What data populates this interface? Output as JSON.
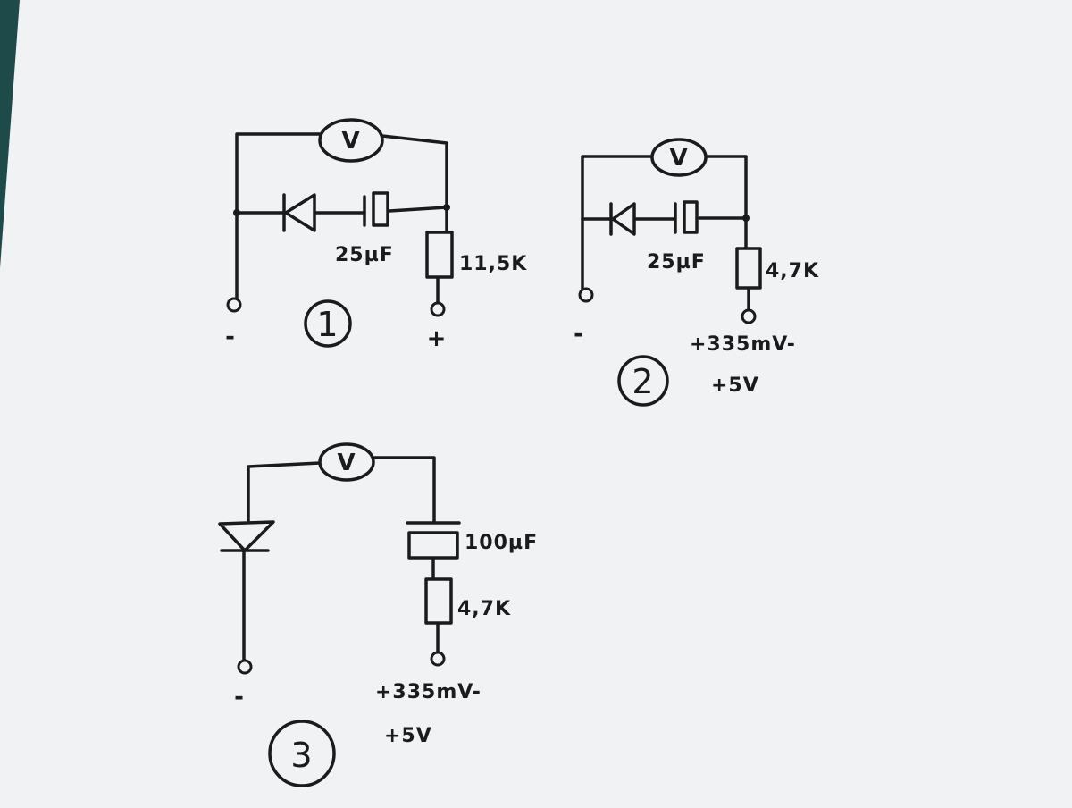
{
  "circuits": [
    {
      "number": "1",
      "meter": "V",
      "capacitor": "25µF",
      "resistor": "11,5K",
      "terminal_left": "-",
      "terminal_right": "+"
    },
    {
      "number": "2",
      "meter": "V",
      "capacitor": "25µF",
      "resistor": "4,7K",
      "terminal_left": "-",
      "supply_line1": "+335mV-",
      "supply_line2": "+5V"
    },
    {
      "number": "3",
      "meter": "V",
      "capacitor": "100µF",
      "resistor": "4,7K",
      "terminal_left": "-",
      "supply_line1": "+335mV-",
      "supply_line2": "+5V"
    }
  ],
  "colors": {
    "ink": "#1b1b1b",
    "paper": "#f1f2f4",
    "cutting_mat": "#1f4a4a"
  }
}
